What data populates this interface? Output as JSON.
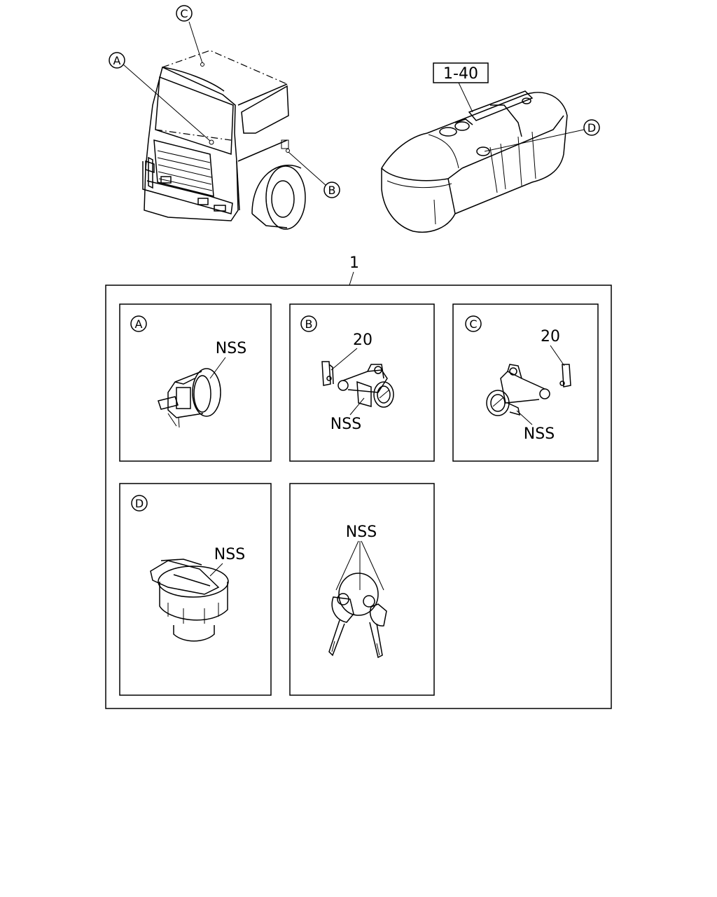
{
  "callouts": {
    "A": "A",
    "B": "B",
    "C": "C",
    "D": "D"
  },
  "ref_box": "1-40",
  "group_number": "1",
  "panels": {
    "A": {
      "letter": "A",
      "labels": [
        "NSS"
      ]
    },
    "B": {
      "letter": "B",
      "labels": [
        "20",
        "NSS"
      ]
    },
    "C": {
      "letter": "C",
      "labels": [
        "20",
        "NSS"
      ]
    },
    "D": {
      "letter": "D",
      "labels": [
        "NSS"
      ]
    },
    "keys": {
      "labels": [
        "NSS"
      ]
    }
  }
}
